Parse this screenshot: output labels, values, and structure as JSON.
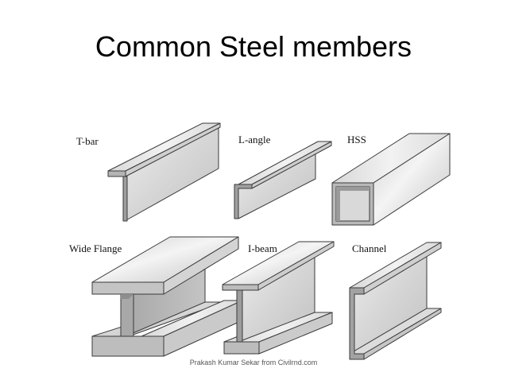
{
  "slide": {
    "title": "Common Steel members",
    "credit": "Prakash Kumar Sekar from Civilrnd.com"
  },
  "members": [
    {
      "label": "T-bar",
      "icon": "t-bar-icon"
    },
    {
      "label": "L-angle",
      "icon": "l-angle-icon"
    },
    {
      "label": "HSS",
      "icon": "hss-icon"
    },
    {
      "label": "Wide Flange",
      "icon": "wide-flange-icon"
    },
    {
      "label": "I-beam",
      "icon": "i-beam-icon"
    },
    {
      "label": "Channel",
      "icon": "channel-icon"
    }
  ],
  "colors": {
    "steel_light": "#e2e2e2",
    "steel_mid": "#c6c6c6",
    "steel_dark": "#9a9a9a",
    "outline": "#3a3a3a"
  }
}
